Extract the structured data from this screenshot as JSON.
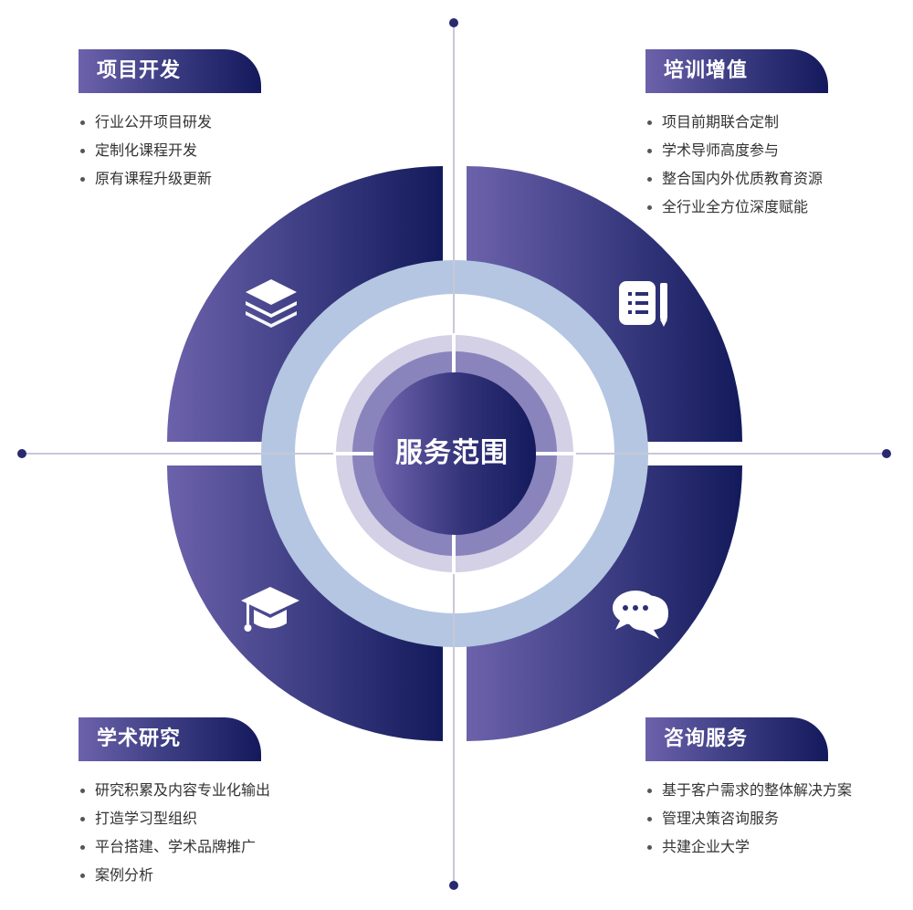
{
  "center": {
    "title": "服务范围"
  },
  "colors": {
    "gradient_light": "#6c62ab",
    "gradient_dark": "#131a5b",
    "inner_ring": "#b4c6e2",
    "outer_halo": "#d4d0e6",
    "middle_ring": "#8a84bc",
    "axis_line": "#c8c8d8",
    "axis_dot": "#272a6e"
  },
  "quadrants": {
    "top_left": {
      "title": "项目开发",
      "icon": "layers-icon",
      "items": [
        "行业公开项目研发",
        "定制化课程开发",
        "原有课程升级更新"
      ]
    },
    "top_right": {
      "title": "培训增值",
      "icon": "document-list-icon",
      "items": [
        "项目前期联合定制",
        "学术导师高度参与",
        "整合国内外优质教育资源",
        "全行业全方位深度赋能"
      ]
    },
    "bottom_left": {
      "title": "学术研究",
      "icon": "graduation-cap-icon",
      "items": [
        "研究积累及内容专业化输出",
        "打造学习型组织",
        "平台搭建、学术品牌推广",
        "案例分析"
      ]
    },
    "bottom_right": {
      "title": "咨询服务",
      "icon": "chat-bubbles-icon",
      "items": [
        "基于客户需求的整体解决方案",
        "管理决策咨询服务",
        "共建企业大学"
      ]
    }
  }
}
